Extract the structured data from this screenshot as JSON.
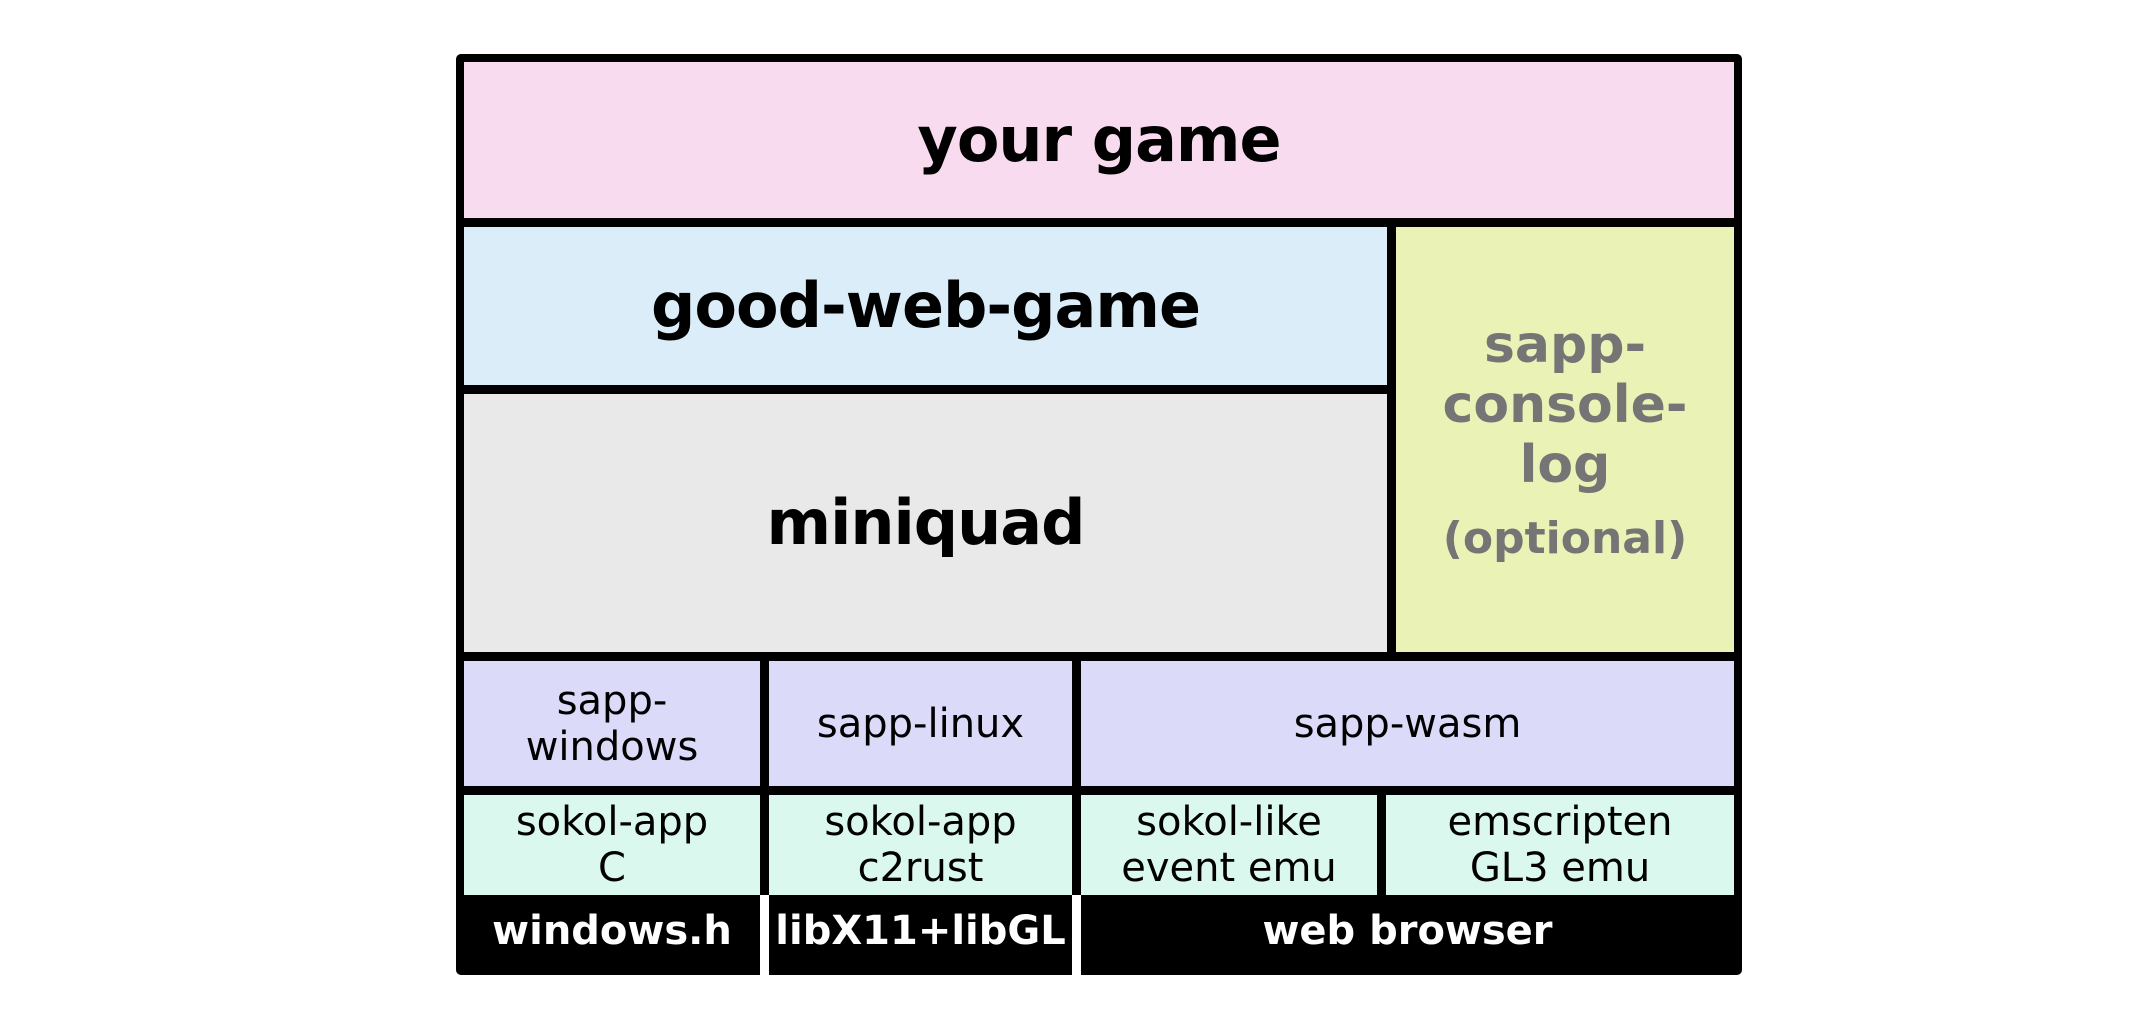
{
  "layers": {
    "game": {
      "label": "your game",
      "color": "#f9dbef"
    },
    "framework": {
      "label": "good-web-game",
      "color": "#dbedf8"
    },
    "core": {
      "label": "miniquad",
      "color": "#e9e9e9"
    },
    "console_log": {
      "label_lines": [
        "sapp-",
        "console-",
        "log"
      ],
      "note": "(optional)",
      "color": "#ebf2b6"
    },
    "backends": [
      {
        "label_lines": [
          "sapp-",
          "windows"
        ]
      },
      {
        "label_lines": [
          "sapp-linux"
        ]
      },
      {
        "label_lines": [
          "sapp-wasm"
        ]
      }
    ],
    "implementations": [
      {
        "label_lines": [
          "sokol-app",
          "C"
        ]
      },
      {
        "label_lines": [
          "sokol-app",
          "c2rust"
        ]
      },
      {
        "label_lines": [
          "sokol-like",
          "event emu"
        ]
      },
      {
        "label_lines": [
          "emscripten",
          "GL3 emu"
        ]
      }
    ],
    "platforms": [
      {
        "label": "windows.h"
      },
      {
        "label": "libX11+libGL"
      },
      {
        "label": "web browser"
      }
    ],
    "backend_color": "#dcdaf9",
    "implementation_color": "#dbf8ee",
    "platform_color": "#000000"
  }
}
